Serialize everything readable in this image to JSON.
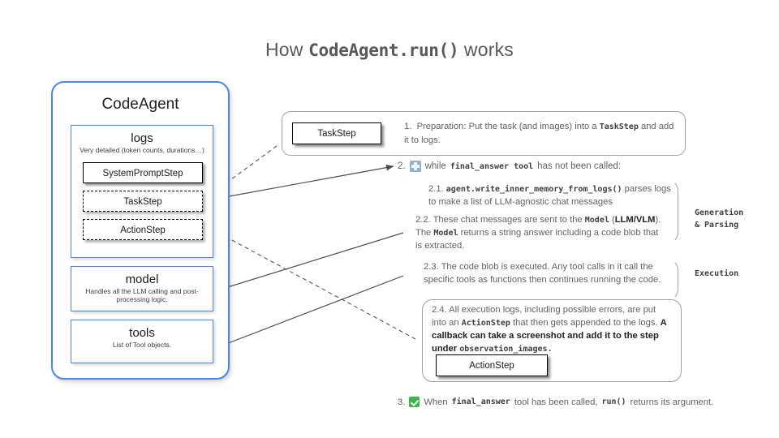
{
  "title": {
    "prefix": "How ",
    "code": "CodeAgent.run()",
    "suffix": " works"
  },
  "agent_panel": {
    "title": "CodeAgent",
    "logs": {
      "heading": "logs",
      "subtitle": "Very detailed (token counts, durations…)",
      "steps": [
        {
          "label": "SystemPromptStep",
          "style": "solid"
        },
        {
          "label": "TaskStep",
          "style": "dashed"
        },
        {
          "label": "ActionStep",
          "style": "dashed"
        }
      ]
    },
    "model": {
      "heading": "model",
      "subtitle": "Handles all the LLM calling and post-processing logic."
    },
    "tools": {
      "heading": "tools",
      "subtitle": "List of Tool objects."
    }
  },
  "steps": {
    "step1": {
      "chip_label": "TaskStep",
      "number": "1.",
      "text_a": "Preparation: Put the task (and images) into a ",
      "code_a": "TaskStep",
      "text_b": " and add it to logs."
    },
    "step2_header": {
      "number": "2.",
      "icon": "loop-icon",
      "text_a": "while ",
      "code_a": "final_answer tool",
      "text_b": " has not been called:"
    },
    "step21": {
      "number": "2.1.",
      "code_a": "agent.write_inner_memory_from_logs()",
      "text_a": " parses logs to make a list of LLM-agnostic chat messages"
    },
    "step22": {
      "number": "2.2.",
      "text_a": "These chat messages are sent to the ",
      "code_a": "Model",
      "text_b": " (LLM/VLM). The ",
      "code_b": "Model",
      "text_c": " returns a string answer including a code blob that is extracted.",
      "bold_fragment": "LLM/VLM"
    },
    "step23": {
      "number": "2.3.",
      "text_a": "The code blob is executed. Any tool calls in it call the specific tools as functions then continues running the code."
    },
    "step24": {
      "number": "2.4.",
      "text_a": "All execution logs, including possible errors, are put into an ",
      "code_a": "ActionStep",
      "text_b": " that then gets appended to the logs. ",
      "bold_a": "A callback can  take a screenshot and add it to the step under ",
      "code_b": "observation_images.",
      "chip_label": "ActionStep"
    },
    "step3": {
      "number": "3.",
      "icon": "check-icon",
      "text_a": "When ",
      "code_a": "final_answer",
      "text_b": " tool has been called, ",
      "code_b": "run()",
      "text_c": " returns its argument."
    }
  },
  "side_labels": {
    "generation": "Generation\n& Parsing",
    "generation_line1": "Generation",
    "generation_line2": "& Parsing",
    "execution": "Execution"
  },
  "colors": {
    "accent_blue": "#4a86e8",
    "text_gray": "#5f6368",
    "border_gray": "#9aa0a6",
    "check_green": "#38b64a",
    "loop_blue": "#8fb3cc"
  }
}
